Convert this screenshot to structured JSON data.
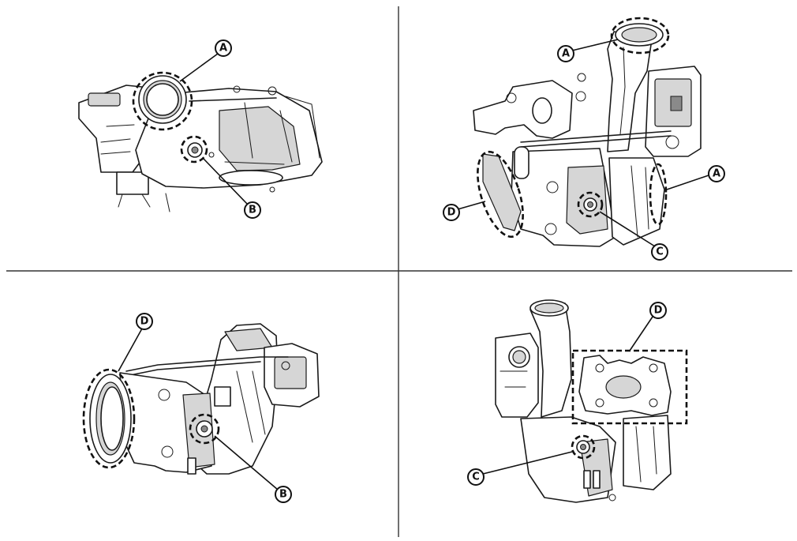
{
  "callouts": {
    "A": "A",
    "B": "B",
    "C": "C",
    "D": "D"
  },
  "colors": {
    "line": "#1a1a1a",
    "shade": "#d6d6d6",
    "background": "#ffffff"
  }
}
